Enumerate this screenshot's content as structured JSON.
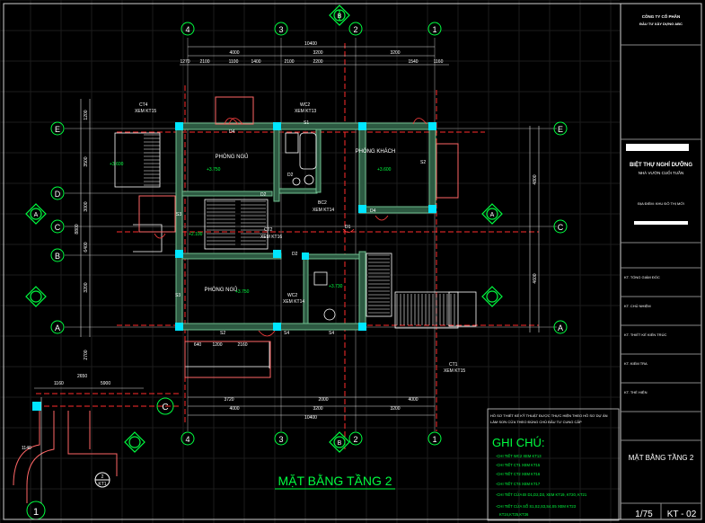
{
  "plan": {
    "title": "MẶT BẰNG TẦNG 2",
    "rooms": {
      "bed1": "PHÒNG NGỦ",
      "bed2": "PHÒNG NGỦ",
      "guest": "PHÒNG KHÁCH"
    },
    "elevations": {
      "bed1": "+3.750",
      "guest": "+3.600",
      "stair": "+2.100",
      "bath": "+3.730",
      "bed2": "+3.750",
      "left_landing": "+3.600"
    },
    "grid_top": [
      "4",
      "3",
      "2",
      "1"
    ],
    "grid_left": [
      "E",
      "D",
      "C",
      "B",
      "A"
    ],
    "grid_right": [
      "E",
      "C",
      "A"
    ],
    "grid_bottom": [
      "4",
      "3",
      "2",
      "1"
    ],
    "dims_top_total": "10400",
    "dims_top": [
      "4000",
      "3200",
      "3200"
    ],
    "dims_top_sub": [
      "1270",
      "2100",
      "1100",
      "1400",
      "2100",
      "2200",
      "1540",
      "1160"
    ],
    "dims_bottom_total": "10400",
    "dims_bottom": [
      "4000",
      "3200",
      "3200"
    ],
    "dims_bottom_sub": [
      "640",
      "1200",
      "2160",
      "3720",
      "2000",
      "4000"
    ],
    "dims_left": [
      "1200",
      "3500",
      "3000",
      "8800",
      "6400",
      "3200",
      "2700"
    ],
    "dims_right": [
      "4800",
      "4600"
    ],
    "door_labels": [
      "D4",
      "D2",
      "D2",
      "D4",
      "D1",
      "D2",
      "S2",
      "S3",
      "S4",
      "S1",
      "S2",
      "S4",
      "S3"
    ],
    "callouts": {
      "ct4": "CT4",
      "ct4_ref": "XEM KT15",
      "wc2_top": "WC2",
      "wc2_top_ref": "XEM KT13",
      "bc2": "BC2",
      "bc2_ref": "XEM KT14",
      "ct2": "CT2",
      "ct2_ref": "XEM KT16",
      "wc2_bot": "WC2",
      "wc2_bot_ref": "XEM KT14",
      "ct1": "CT1",
      "ct1_ref": "XEM KT15"
    },
    "detail_dims": [
      "1160",
      "5900",
      "2650",
      "1140"
    ],
    "detail_grid": "C",
    "detail_bottom_grid": "1",
    "detail_ref_top": "2",
    "detail_ref_bottom": "KT1",
    "sections": [
      "B",
      "B",
      "A",
      "A"
    ]
  },
  "title_block": {
    "company_line1": "CÔNG TY CỔ PHẦN",
    "company_line2": "ĐẦU TƯ XÂY DỰNG ABC",
    "project_line1": "BIỆT THỰ NGHỈ DƯỠNG",
    "project_line2": "NHÀ VƯỜN CUỐI TUẦN",
    "project_line3": "ĐỊA ĐIỂM: KHU ĐÔ THỊ MỚI",
    "rows": [
      "KT. TỔNG GIÁM ĐỐC",
      "KT. CHỦ NHIỆM",
      "KT. THIẾT KẾ KIẾN TRÚC",
      "KT. KIỂM TRA",
      "KT. THỂ HIỆN"
    ],
    "drawing_name": "MẶT BẰNG TẦNG 2",
    "scale": "1/75",
    "sheet": "KT - 02"
  },
  "notes": {
    "intro1": "HỒ SƠ THIẾT KẾ KỸ THUẬT ĐƯỢC THỰC HIỆN THEO HỒ SƠ DỰ ÁN",
    "intro2": "LÀM SƠN CỬA THEO ĐÚNG CHỦ ĐẦU TƯ CUNG CẤP",
    "heading": "GHI CHÚ:",
    "items": [
      "-CHI TIẾT WC2 XEM KT13",
      "-CHI TIẾT CT1 XEM KT15",
      "-CHI TIẾT CT2 XEM KT16",
      "-CHI TIẾT CT4 XEM KT17",
      "-CHI TIẾT CỬA ĐI D1,D2,D3, XEM KT19, KT20, KT21",
      "-CHI TIẾT CỬA SỔ S1,S2,S3,S4,S5 XEM KT23",
      "KT24,KT25,KT26"
    ]
  },
  "colors": {
    "bg": "#000000",
    "wall": "#3f7a5a",
    "wall_fill": "#2d5a42",
    "column": "#00e6ff",
    "grid_axis": "#ff2d2d",
    "dim": "#ffffff",
    "ann": "#00ff40",
    "frame": "#e0e0e0"
  }
}
